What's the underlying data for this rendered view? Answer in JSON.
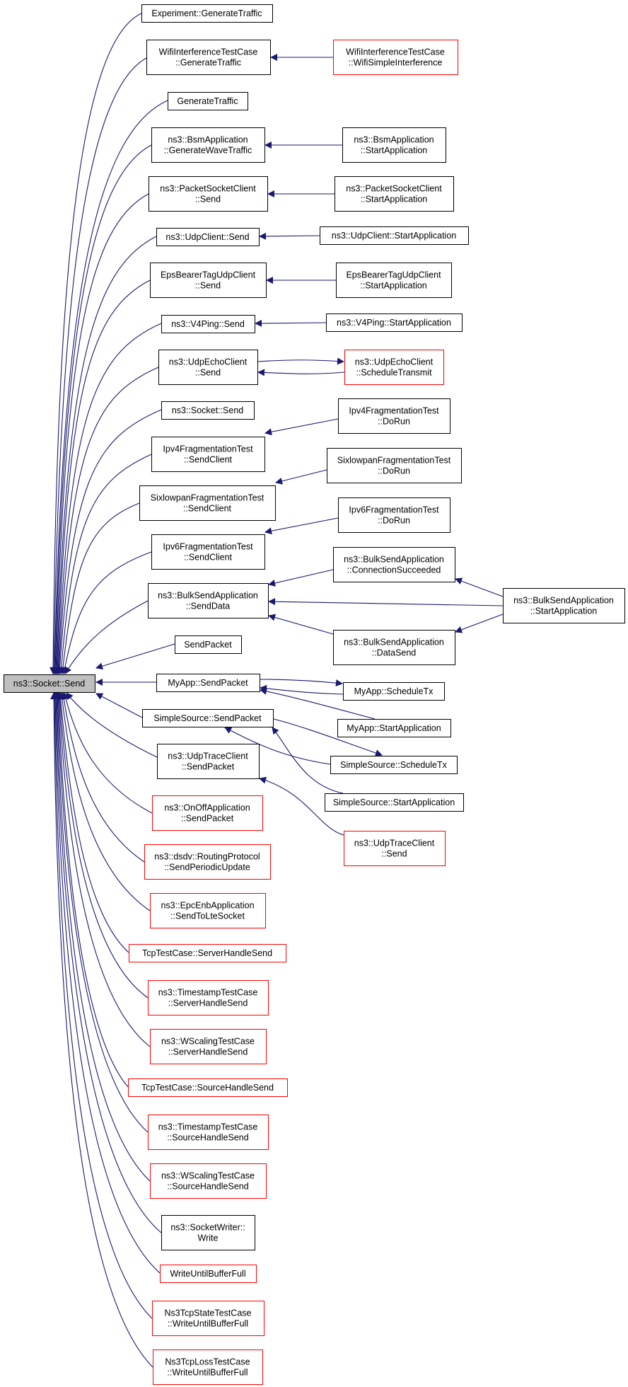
{
  "colors": {
    "edge": "#191970",
    "border_normal": "#000000",
    "border_truncated": "#ff0000",
    "focus_fill": "#bfbfbf",
    "node_fill": "#ffffff"
  },
  "root": {
    "id": "socket_send",
    "lines": [
      "ns3::Socket::Send"
    ],
    "style": "focus"
  },
  "callers": [
    {
      "id": "experiment_generatetraffic",
      "lines": [
        "Experiment::GenerateTraffic"
      ],
      "style": "normal"
    },
    {
      "id": "wifiinterference_generatetraffic",
      "lines": [
        "WifiInterferenceTestCase",
        "::GenerateTraffic"
      ],
      "style": "normal"
    },
    {
      "id": "generatetraffic",
      "lines": [
        "GenerateTraffic"
      ],
      "style": "normal"
    },
    {
      "id": "bsm_generatewavetraffic",
      "lines": [
        "ns3::BsmApplication",
        "::GenerateWaveTraffic"
      ],
      "style": "normal"
    },
    {
      "id": "packetsocketclient_send",
      "lines": [
        "ns3::PacketSocketClient",
        "::Send"
      ],
      "style": "normal"
    },
    {
      "id": "udpclient_send",
      "lines": [
        "ns3::UdpClient::Send"
      ],
      "style": "normal"
    },
    {
      "id": "epsbearer_send",
      "lines": [
        "EpsBearerTagUdpClient",
        "::Send"
      ],
      "style": "normal"
    },
    {
      "id": "v4ping_send",
      "lines": [
        "ns3::V4Ping::Send"
      ],
      "style": "normal"
    },
    {
      "id": "udpechoclient_send",
      "lines": [
        "ns3::UdpEchoClient",
        "::Send"
      ],
      "style": "normal"
    },
    {
      "id": "socket_send_self",
      "lines": [
        "ns3::Socket::Send"
      ],
      "style": "normal"
    },
    {
      "id": "ipv4frag_sendclient",
      "lines": [
        "Ipv4FragmentationTest",
        "::SendClient"
      ],
      "style": "normal"
    },
    {
      "id": "sixlowpan_sendclient",
      "lines": [
        "SixlowpanFragmentationTest",
        "::SendClient"
      ],
      "style": "normal"
    },
    {
      "id": "ipv6frag_sendclient",
      "lines": [
        "Ipv6FragmentationTest",
        "::SendClient"
      ],
      "style": "normal"
    },
    {
      "id": "bulksend_senddata",
      "lines": [
        "ns3::BulkSendApplication",
        "::SendData"
      ],
      "style": "normal"
    },
    {
      "id": "sendpacket",
      "lines": [
        "SendPacket"
      ],
      "style": "normal"
    },
    {
      "id": "myapp_sendpacket",
      "lines": [
        "MyApp::SendPacket"
      ],
      "style": "normal"
    },
    {
      "id": "simplesource_sendpacket",
      "lines": [
        "SimpleSource::SendPacket"
      ],
      "style": "normal"
    },
    {
      "id": "udptrace_sendpacket",
      "lines": [
        "ns3::UdpTraceClient",
        "::SendPacket"
      ],
      "style": "normal"
    },
    {
      "id": "onoff_sendpacket",
      "lines": [
        "ns3::OnOffApplication",
        "::SendPacket"
      ],
      "style": "truncated"
    },
    {
      "id": "dsdv_sendperiodicupdate",
      "lines": [
        "ns3::dsdv::RoutingProtocol",
        "::SendPeriodicUpdate"
      ],
      "style": "truncated"
    },
    {
      "id": "epcenb_sendtoltesocket",
      "lines": [
        "ns3::EpcEnbApplication",
        "::SendToLteSocket"
      ],
      "style": "truncated"
    },
    {
      "id": "tcptest_serverhandlesend",
      "lines": [
        "TcpTestCase::ServerHandleSend"
      ],
      "style": "truncated"
    },
    {
      "id": "timestamp_serverhandlesend",
      "lines": [
        "ns3::TimestampTestCase",
        "::ServerHandleSend"
      ],
      "style": "truncated"
    },
    {
      "id": "wscaling_serverhandlesend",
      "lines": [
        "ns3::WScalingTestCase",
        "::ServerHandleSend"
      ],
      "style": "truncated"
    },
    {
      "id": "tcptest_sourcehandlesend",
      "lines": [
        "TcpTestCase::SourceHandleSend"
      ],
      "style": "truncated"
    },
    {
      "id": "timestamp_sourcehandlesend",
      "lines": [
        "ns3::TimestampTestCase",
        "::SourceHandleSend"
      ],
      "style": "truncated"
    },
    {
      "id": "wscaling_sourcehandlesend",
      "lines": [
        "ns3::WScalingTestCase",
        "::SourceHandleSend"
      ],
      "style": "truncated"
    },
    {
      "id": "socketwriter_write",
      "lines": [
        "ns3::SocketWriter::",
        "Write"
      ],
      "style": "normal"
    },
    {
      "id": "writeuntilbufferfull",
      "lines": [
        "WriteUntilBufferFull"
      ],
      "style": "truncated"
    },
    {
      "id": "ns3tcpstate_writeuntil",
      "lines": [
        "Ns3TcpStateTestCase",
        "::WriteUntilBufferFull"
      ],
      "style": "truncated"
    },
    {
      "id": "ns3tcploss_writeuntil",
      "lines": [
        "Ns3TcpLossTestCase",
        "::WriteUntilBufferFull"
      ],
      "style": "truncated"
    }
  ],
  "second_level": [
    {
      "id": "wifiinterference_wifisimple",
      "lines": [
        "WifiInterferenceTestCase",
        "::WifiSimpleInterference"
      ],
      "style": "truncated"
    },
    {
      "id": "bsm_startapplication",
      "lines": [
        "ns3::BsmApplication",
        "::StartApplication"
      ],
      "style": "normal"
    },
    {
      "id": "packetsocketclient_startapplication",
      "lines": [
        "ns3::PacketSocketClient",
        "::StartApplication"
      ],
      "style": "normal"
    },
    {
      "id": "udpclient_startapplication",
      "lines": [
        "ns3::UdpClient::StartApplication"
      ],
      "style": "normal"
    },
    {
      "id": "epsbearer_startapplication",
      "lines": [
        "EpsBearerTagUdpClient",
        "::StartApplication"
      ],
      "style": "normal"
    },
    {
      "id": "v4ping_startapplication",
      "lines": [
        "ns3::V4Ping::StartApplication"
      ],
      "style": "normal"
    },
    {
      "id": "udpechoclient_scheduletransmit",
      "lines": [
        "ns3::UdpEchoClient",
        "::ScheduleTransmit"
      ],
      "style": "truncated"
    },
    {
      "id": "ipv4frag_dorun",
      "lines": [
        "Ipv4FragmentationTest",
        "::DoRun"
      ],
      "style": "normal"
    },
    {
      "id": "sixlowpan_dorun",
      "lines": [
        "SixlowpanFragmentationTest",
        "::DoRun"
      ],
      "style": "normal"
    },
    {
      "id": "ipv6frag_dorun",
      "lines": [
        "Ipv6FragmentationTest",
        "::DoRun"
      ],
      "style": "normal"
    },
    {
      "id": "bulksend_connectionsucceeded",
      "lines": [
        "ns3::BulkSendApplication",
        "::ConnectionSucceeded"
      ],
      "style": "normal"
    },
    {
      "id": "bulksend_datasend",
      "lines": [
        "ns3::BulkSendApplication",
        "::DataSend"
      ],
      "style": "normal"
    },
    {
      "id": "myapp_scheduletx",
      "lines": [
        "MyApp::ScheduleTx"
      ],
      "style": "normal"
    },
    {
      "id": "myapp_startapplication",
      "lines": [
        "MyApp::StartApplication"
      ],
      "style": "normal"
    },
    {
      "id": "simplesource_scheduletx",
      "lines": [
        "SimpleSource::ScheduleTx"
      ],
      "style": "normal"
    },
    {
      "id": "simplesource_startapplication",
      "lines": [
        "SimpleSource::StartApplication"
      ],
      "style": "normal"
    },
    {
      "id": "udptrace_send",
      "lines": [
        "ns3::UdpTraceClient",
        "::Send"
      ],
      "style": "truncated"
    }
  ],
  "third_level": [
    {
      "id": "bulksend_startapplication",
      "lines": [
        "ns3::BulkSendApplication",
        "::StartApplication"
      ],
      "style": "normal"
    }
  ],
  "edges": [
    {
      "from": "experiment_generatetraffic",
      "to": "socket_send"
    },
    {
      "from": "wifiinterference_generatetraffic",
      "to": "socket_send"
    },
    {
      "from": "generatetraffic",
      "to": "socket_send"
    },
    {
      "from": "bsm_generatewavetraffic",
      "to": "socket_send"
    },
    {
      "from": "packetsocketclient_send",
      "to": "socket_send"
    },
    {
      "from": "udpclient_send",
      "to": "socket_send"
    },
    {
      "from": "epsbearer_send",
      "to": "socket_send"
    },
    {
      "from": "v4ping_send",
      "to": "socket_send"
    },
    {
      "from": "udpechoclient_send",
      "to": "socket_send"
    },
    {
      "from": "socket_send_self",
      "to": "socket_send"
    },
    {
      "from": "ipv4frag_sendclient",
      "to": "socket_send"
    },
    {
      "from": "sixlowpan_sendclient",
      "to": "socket_send"
    },
    {
      "from": "ipv6frag_sendclient",
      "to": "socket_send"
    },
    {
      "from": "bulksend_senddata",
      "to": "socket_send"
    },
    {
      "from": "sendpacket",
      "to": "socket_send"
    },
    {
      "from": "myapp_sendpacket",
      "to": "socket_send"
    },
    {
      "from": "simplesource_sendpacket",
      "to": "socket_send"
    },
    {
      "from": "udptrace_sendpacket",
      "to": "socket_send"
    },
    {
      "from": "onoff_sendpacket",
      "to": "socket_send"
    },
    {
      "from": "dsdv_sendperiodicupdate",
      "to": "socket_send"
    },
    {
      "from": "epcenb_sendtoltesocket",
      "to": "socket_send"
    },
    {
      "from": "tcptest_serverhandlesend",
      "to": "socket_send"
    },
    {
      "from": "timestamp_serverhandlesend",
      "to": "socket_send"
    },
    {
      "from": "wscaling_serverhandlesend",
      "to": "socket_send"
    },
    {
      "from": "tcptest_sourcehandlesend",
      "to": "socket_send"
    },
    {
      "from": "timestamp_sourcehandlesend",
      "to": "socket_send"
    },
    {
      "from": "wscaling_sourcehandlesend",
      "to": "socket_send"
    },
    {
      "from": "socketwriter_write",
      "to": "socket_send"
    },
    {
      "from": "writeuntilbufferfull",
      "to": "socket_send"
    },
    {
      "from": "ns3tcpstate_writeuntil",
      "to": "socket_send"
    },
    {
      "from": "ns3tcploss_writeuntil",
      "to": "socket_send"
    },
    {
      "from": "wifiinterference_wifisimple",
      "to": "wifiinterference_generatetraffic"
    },
    {
      "from": "bsm_startapplication",
      "to": "bsm_generatewavetraffic"
    },
    {
      "from": "packetsocketclient_startapplication",
      "to": "packetsocketclient_send"
    },
    {
      "from": "udpclient_startapplication",
      "to": "udpclient_send"
    },
    {
      "from": "epsbearer_startapplication",
      "to": "epsbearer_send"
    },
    {
      "from": "v4ping_startapplication",
      "to": "v4ping_send"
    },
    {
      "from": "udpechoclient_scheduletransmit",
      "to": "udpechoclient_send"
    },
    {
      "from": "udpechoclient_send",
      "to": "udpechoclient_scheduletransmit"
    },
    {
      "from": "ipv4frag_dorun",
      "to": "ipv4frag_sendclient"
    },
    {
      "from": "sixlowpan_dorun",
      "to": "sixlowpan_sendclient"
    },
    {
      "from": "ipv6frag_dorun",
      "to": "ipv6frag_sendclient"
    },
    {
      "from": "bulksend_connectionsucceeded",
      "to": "bulksend_senddata"
    },
    {
      "from": "bulksend_startapplication",
      "to": "bulksend_senddata"
    },
    {
      "from": "bulksend_datasend",
      "to": "bulksend_senddata"
    },
    {
      "from": "bulksend_startapplication",
      "to": "bulksend_connectionsucceeded"
    },
    {
      "from": "bulksend_startapplication",
      "to": "bulksend_datasend"
    },
    {
      "from": "myapp_sendpacket",
      "to": "myapp_scheduletx"
    },
    {
      "from": "myapp_scheduletx",
      "to": "myapp_sendpacket"
    },
    {
      "from": "myapp_startapplication",
      "to": "myapp_sendpacket"
    },
    {
      "from": "simplesource_sendpacket",
      "to": "simplesource_scheduletx"
    },
    {
      "from": "simplesource_scheduletx",
      "to": "simplesource_sendpacket"
    },
    {
      "from": "simplesource_startapplication",
      "to": "simplesource_sendpacket"
    },
    {
      "from": "udptrace_send",
      "to": "udptrace_sendpacket"
    }
  ]
}
